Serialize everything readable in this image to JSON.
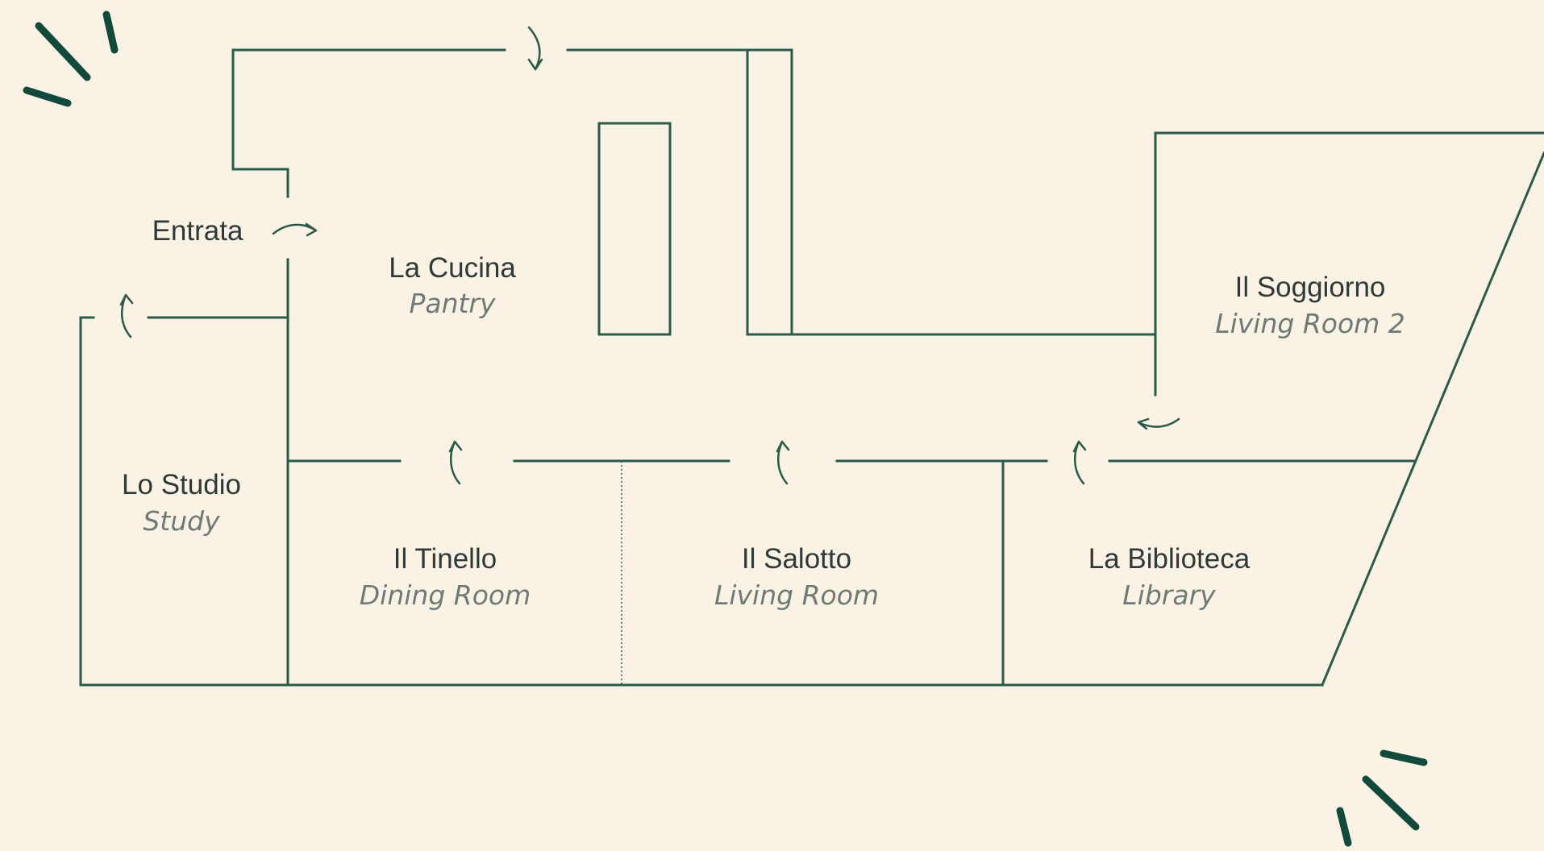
{
  "floor_plan": {
    "rooms": [
      {
        "key": "entrata",
        "name": "Entrata",
        "subtitle": ""
      },
      {
        "key": "cucina",
        "name": "La Cucina",
        "subtitle": "Pantry"
      },
      {
        "key": "soggiorno",
        "name": "Il Soggiorno",
        "subtitle": "Living Room 2"
      },
      {
        "key": "studio",
        "name": "Lo Studio",
        "subtitle": "Study"
      },
      {
        "key": "tinello",
        "name": "Il Tinello",
        "subtitle": "Dining Room"
      },
      {
        "key": "salotto",
        "name": "Il Salotto",
        "subtitle": "Living Room"
      },
      {
        "key": "biblioteca",
        "name": "La Biblioteca",
        "subtitle": "Library"
      }
    ],
    "colors": {
      "background": "#fbf2e6",
      "wall": "#2a5a48",
      "accent": "#114a3a",
      "label": "#2f3a36",
      "sublabel": "#6f7a76"
    }
  }
}
